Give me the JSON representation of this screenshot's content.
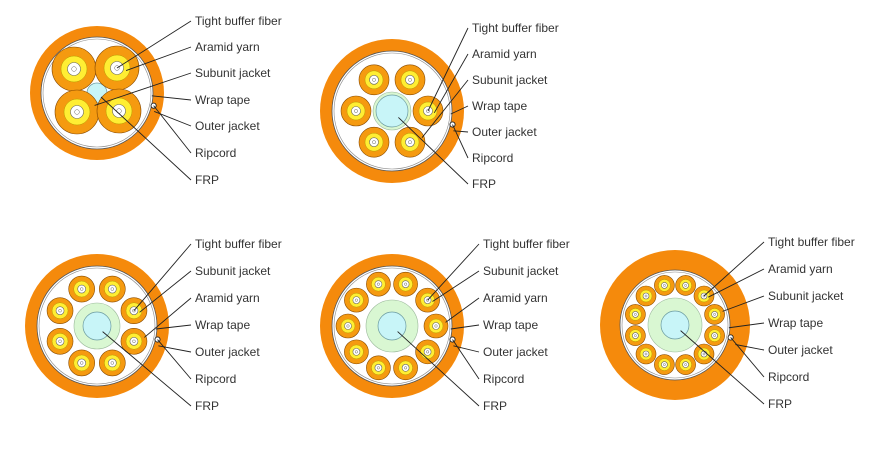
{
  "colors": {
    "outer_jacket": "#f58a0c",
    "wrap_tape": "#ffffff",
    "subunit_jacket": "#f59a10",
    "aramid_yarn": "#ffee33",
    "tight_buffer": "#ffffff",
    "frp": "#c8f5f8",
    "filler": "#d9f7d2",
    "leader": "#222222"
  },
  "diagrams": [
    {
      "id": "cable-1",
      "labels": [
        "Tight buffer fiber",
        "Aramid yarn",
        "Subunit jacket",
        "Wrap tape",
        "Outer jacket",
        "Ripcord",
        "FRP"
      ],
      "subunit_count": 4,
      "has_filler": false
    },
    {
      "id": "cable-2",
      "labels": [
        "Tight buffer fiber",
        "Aramid yarn",
        "Subunit jacket",
        "Wrap tape",
        "Outer jacket",
        "Ripcord",
        "FRP"
      ],
      "subunit_count": 6,
      "has_filler": true
    },
    {
      "id": "cable-3",
      "labels": [
        "Tight buffer fiber",
        "Subunit jacket",
        "Aramid yarn",
        "Wrap tape",
        "Outer jacket",
        "Ripcord",
        "FRP"
      ],
      "subunit_count": 8,
      "has_filler": true
    },
    {
      "id": "cable-4",
      "labels": [
        "Tight buffer fiber",
        "Subunit jacket",
        "Aramid yarn",
        "Wrap tape",
        "Outer jacket",
        "Ripcord",
        "FRP"
      ],
      "subunit_count": 10,
      "has_filler": true
    },
    {
      "id": "cable-5",
      "labels": [
        "Tight buffer fiber",
        "Aramid yarn",
        "Subunit jacket",
        "Wrap tape",
        "Outer jacket",
        "Ripcord",
        "FRP"
      ],
      "subunit_count": 12,
      "has_filler": true
    }
  ]
}
